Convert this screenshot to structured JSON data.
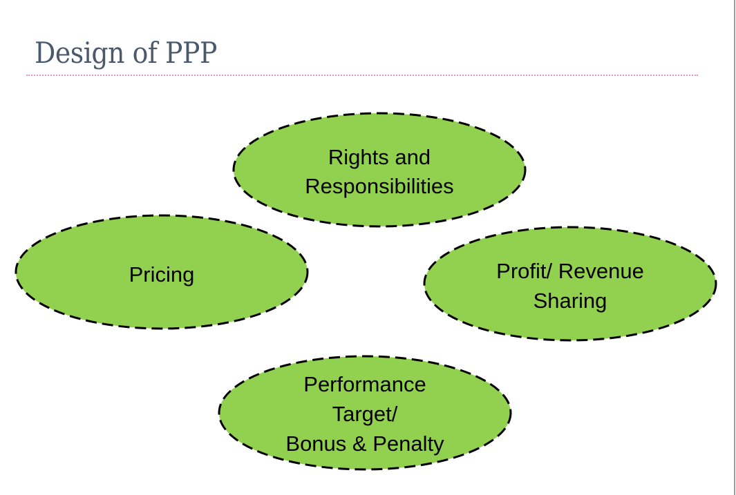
{
  "slide": {
    "title": "Design of PPP",
    "fill_color": "#92d050",
    "nodes": [
      {
        "id": "rights",
        "lines": [
          "Rights and",
          "Responsibilities"
        ]
      },
      {
        "id": "pricing",
        "lines": [
          "Pricing"
        ]
      },
      {
        "id": "profit",
        "lines": [
          "Profit/ Revenue",
          "Sharing"
        ]
      },
      {
        "id": "performance",
        "lines": [
          "Performance",
          "Target/",
          "Bonus & Penalty"
        ]
      }
    ]
  }
}
